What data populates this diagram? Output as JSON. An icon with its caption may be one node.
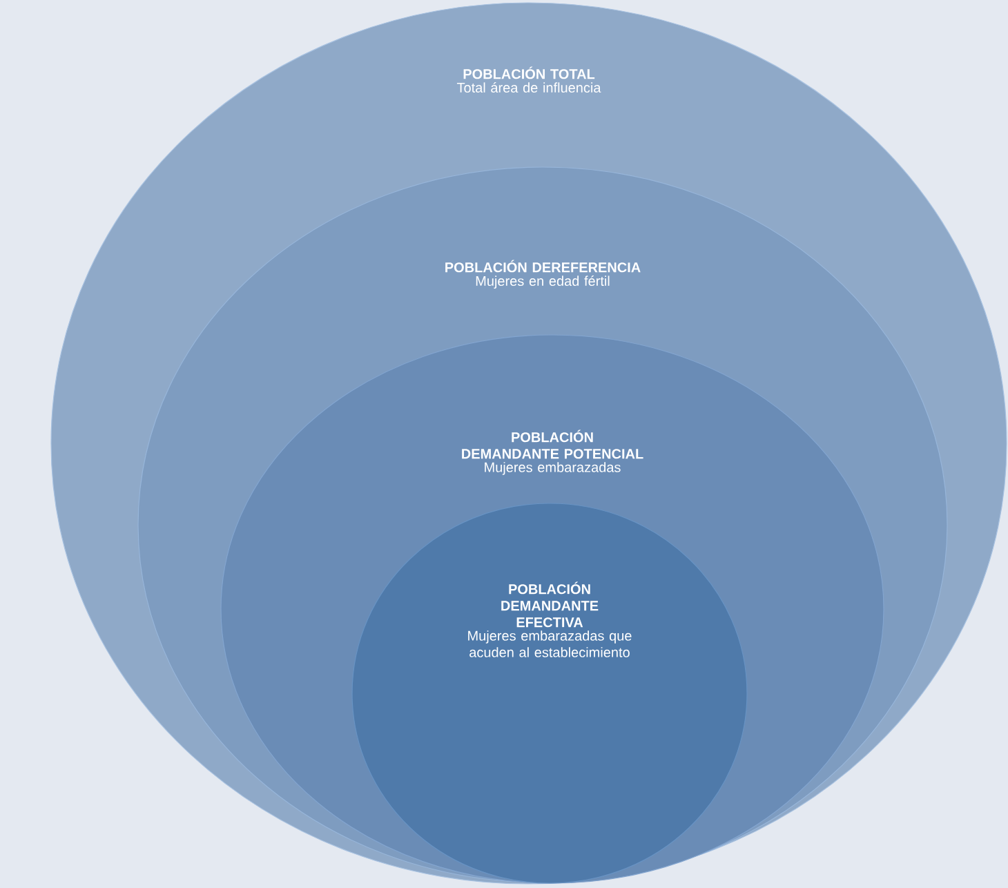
{
  "diagram": {
    "nodes": [
      {
        "text": [
          "POBLACIÓN TOTAL",
          "Total área de influencia"
        ]
      },
      {
        "text": [
          "POBLACIÓN DEREFERENCIA",
          "Mujeres en edad fértil"
        ],
        "in": 0
      },
      {
        "text": [
          "POBLACIÓN DEMANDANTE POTENCIAL",
          "Mujeres embarazadas"
        ],
        "in": 1
      },
      {
        "text": [
          "POBLACIÓN DEMANDANTE EFECTIVA",
          "Mujeres embarazadas que acuden al establecimiento"
        ],
        "in": 2
      }
    ]
  }
}
